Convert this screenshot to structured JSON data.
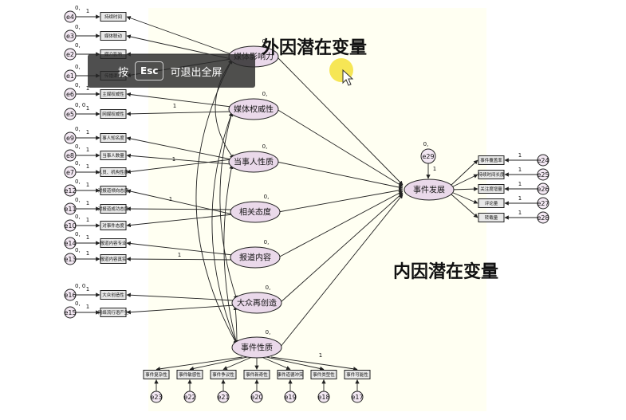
{
  "headings": {
    "exogenous": "外因潜在变量",
    "endogenous": "内因潜在变量"
  },
  "fullscreen_hint": {
    "prefix": "按",
    "key": "Esc",
    "suffix": "可退出全屏"
  },
  "latent_variables": [
    {
      "id": "L1",
      "label": "媒体影响力",
      "var": "0,"
    },
    {
      "id": "L2",
      "label": "媒体权威性",
      "var": "0,"
    },
    {
      "id": "L3",
      "label": "当事人性质",
      "var": "0,"
    },
    {
      "id": "L4",
      "label": "相关态度",
      "var": "0,"
    },
    {
      "id": "L5",
      "label": "报道内容",
      "var": "0,"
    },
    {
      "id": "L6",
      "label": "大众再创造",
      "var": "0,"
    },
    {
      "id": "L7",
      "label": "事件性质",
      "var": "0,"
    },
    {
      "id": "L8",
      "label": "事件发展",
      "var": ""
    }
  ],
  "left_indicators": [
    {
      "label": "持续时间",
      "error": "e4",
      "err_var": "0,",
      "loading": "1",
      "latent": "L1"
    },
    {
      "label": "媒体联动",
      "error": "e3",
      "err_var": "0,",
      "loading": "",
      "latent": "L1"
    },
    {
      "label": "媒介影响",
      "error": "e2",
      "err_var": "0,",
      "loading": "",
      "latent": "L1"
    },
    {
      "label": "传播渠道",
      "error": "e1",
      "err_var": "0,",
      "loading": "",
      "latent": "L1"
    },
    {
      "label": "主媒权威性",
      "error": "e6",
      "err_var": "0,",
      "loading": "1",
      "latent": "L2"
    },
    {
      "label": "网媒权威性",
      "error": "e5",
      "err_var": "0, 0",
      "loading": "1",
      "latent": "L2"
    },
    {
      "label": "事人知名度",
      "error": "e9",
      "err_var": "0,",
      "loading": "1",
      "latent": "L3"
    },
    {
      "label": "当事人数量",
      "error": "e8",
      "err_var": "0,",
      "loading": "1",
      "latent": "L3"
    },
    {
      "label": "人员、机构性质",
      "error": "e7",
      "err_var": "0,",
      "loading": "1",
      "latent": "L3"
    },
    {
      "label": "对报道倾向态度",
      "error": "e12",
      "err_var": "0,",
      "loading": "1",
      "latent": "L4"
    },
    {
      "label": "对报道成功态度",
      "error": "e11",
      "err_var": "0,",
      "loading": "1",
      "latent": "L4"
    },
    {
      "label": "对事件态度",
      "error": "e10",
      "err_var": "0,",
      "loading": "1",
      "latent": "L4"
    },
    {
      "label": "报道内容专业",
      "error": "e14",
      "err_var": "0,",
      "loading": "1",
      "latent": "L5"
    },
    {
      "label": "报道内容真实",
      "error": "e13",
      "err_var": "0,",
      "loading": "1",
      "latent": "L5"
    },
    {
      "label": "大众创造性",
      "error": "e16",
      "err_var": "0, 0",
      "loading": "1",
      "latent": "L6"
    },
    {
      "label": "网络流行语产生",
      "error": "e15",
      "err_var": "0,",
      "loading": "1",
      "latent": "L6"
    }
  ],
  "bottom_indicators": [
    {
      "label": "事件复杂性",
      "error": "e23",
      "loading": ""
    },
    {
      "label": "事件敏感性",
      "error": "e22",
      "loading": ""
    },
    {
      "label": "事件争议性",
      "error": "e21",
      "loading": ""
    },
    {
      "label": "事件新奇性",
      "error": "e20",
      "loading": ""
    },
    {
      "label": "事件道德冲突",
      "error": "e19",
      "loading": ""
    },
    {
      "label": "事件类型性",
      "error": "e18",
      "loading": "1"
    },
    {
      "label": "事件可能性",
      "error": "e17",
      "loading": ""
    }
  ],
  "right_indicators": [
    {
      "label": "事件覆盖率",
      "error": "e24",
      "loading": "1"
    },
    {
      "label": "持续时间长度",
      "error": "e25",
      "loading": "1"
    },
    {
      "label": "关注度增量",
      "error": "e26",
      "loading": "1"
    },
    {
      "label": "评论量",
      "error": "e27",
      "loading": "1"
    },
    {
      "label": "转载量",
      "error": "e28",
      "loading": "1"
    }
  ],
  "disturbance": {
    "label": "e29",
    "var": "0,",
    "loading": "1"
  },
  "colors": {
    "latent_fill": "#ead9ea",
    "observed_fill": "#e8e8e8",
    "panel_bg": "#fffff2",
    "cursor_highlight": "#f5e23a"
  }
}
